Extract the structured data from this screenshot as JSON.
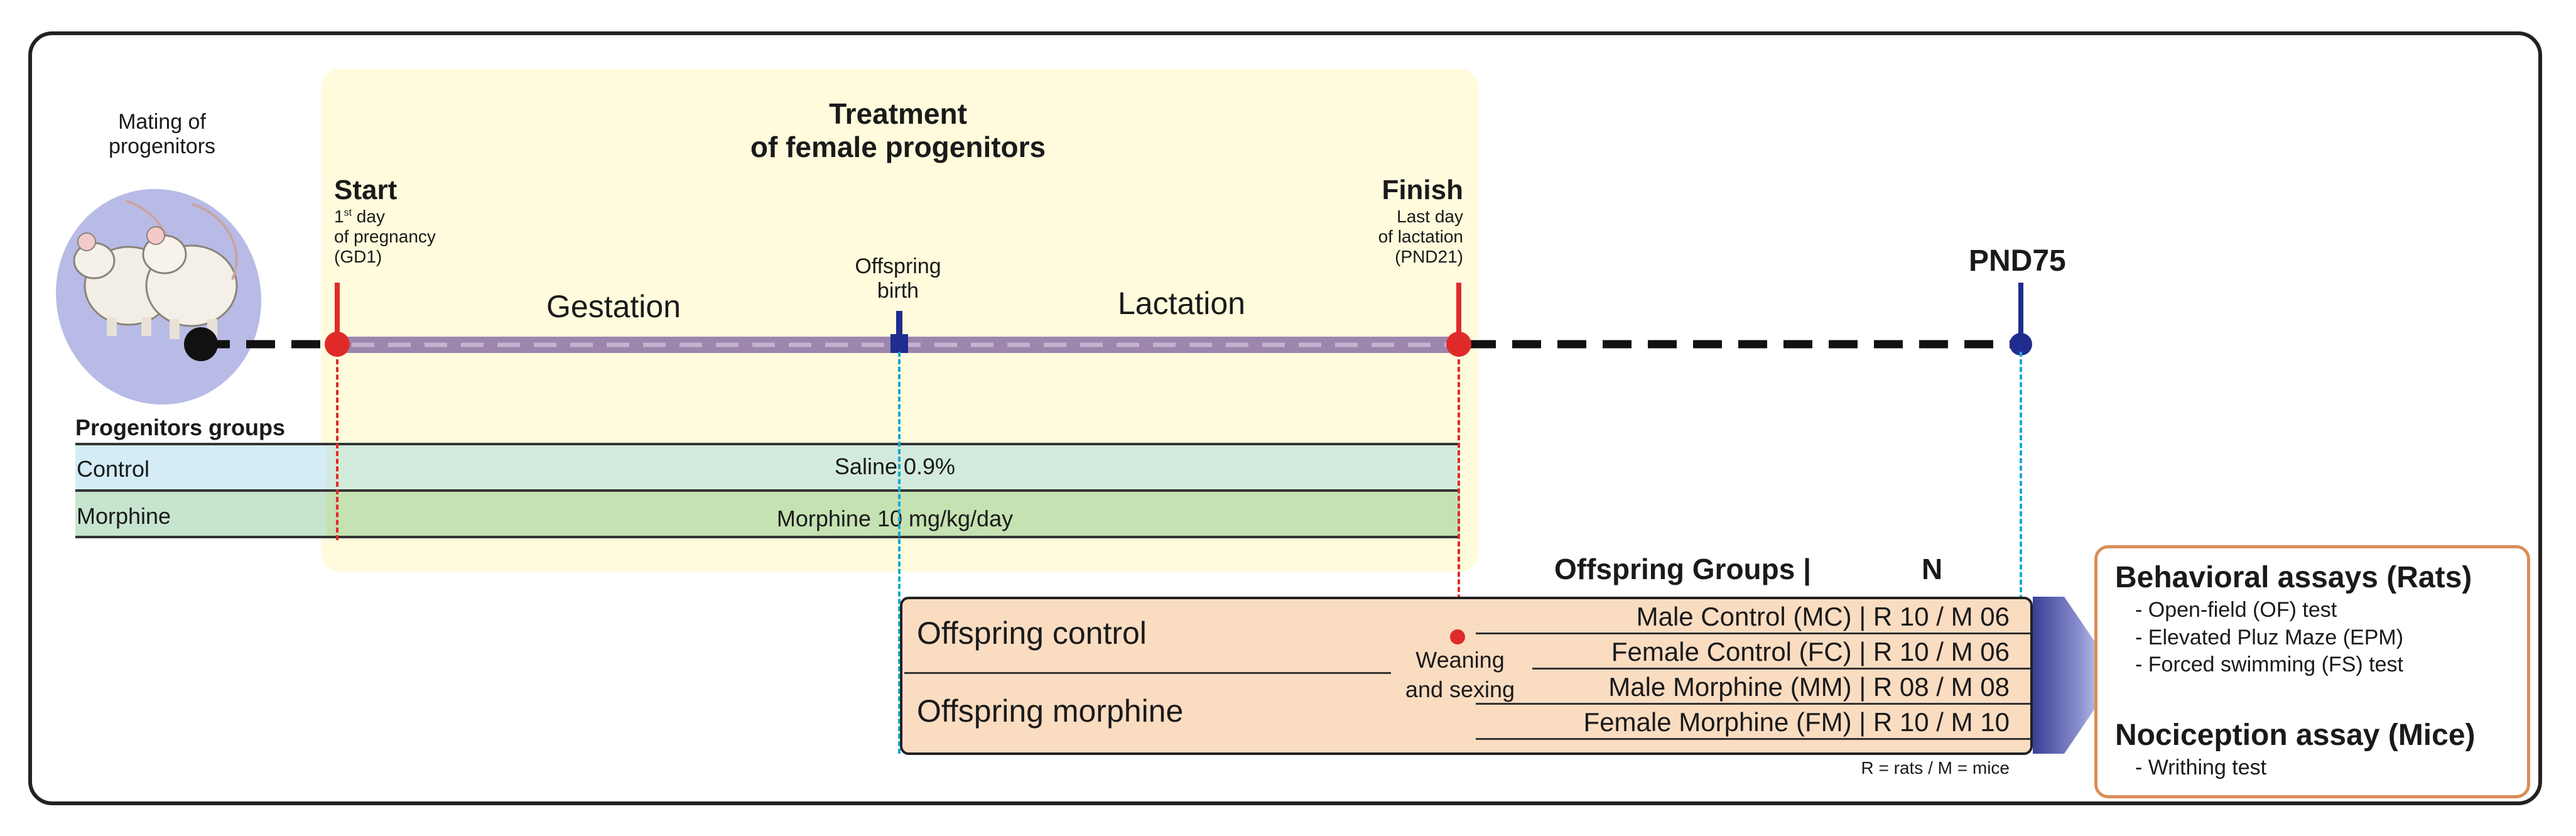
{
  "mating_label": [
    "Mating of",
    "progenitors"
  ],
  "treatment_title": [
    "Treatment",
    "of female progenitors"
  ],
  "start": {
    "title": "Start",
    "sub1": "1",
    "sup": "st",
    "sub1b": " day",
    "sub2": "of pregnancy",
    "sub3": "(GD1)"
  },
  "finish": {
    "title": "Finish",
    "sub1": "Last day",
    "sub2": "of lactation",
    "sub3": "(PND21)"
  },
  "offspring_birth": [
    "Offspring",
    "birth"
  ],
  "gestation": "Gestation",
  "lactation": "Lactation",
  "pnd75": "PND75",
  "progenitors_groups": {
    "title": "Progenitors groups",
    "rows": [
      {
        "group": "Control",
        "treatment": "Saline 0.9%"
      },
      {
        "group": "Morphine",
        "treatment": "Morphine 10 mg/kg/day"
      }
    ]
  },
  "offspring_header": {
    "groups": "Offspring Groups |",
    "n": "N"
  },
  "offspring_left": [
    "Offspring control",
    "Offspring morphine"
  ],
  "weaning": [
    "Weaning",
    "and sexing"
  ],
  "offspring_rows": [
    "Male Control (MC) | R 10 / M 06",
    "Female Control (FC) | R 10 / M 06",
    "Male Morphine (MM) | R 08 / M 08",
    "Female Morphine (FM) | R 10 / M 10"
  ],
  "legend_note": "R = rats / M = mice",
  "assays": {
    "behavioral_title": "Behavioral assays (Rats)",
    "behavioral_items": [
      "- Open-field (OF) test",
      "- Elevated Pluz Maze (EPM)",
      "- Forced swimming (FS) test"
    ],
    "nociception_title": "Nociception assay (Mice)",
    "nociception_items": [
      "- Writhing test"
    ]
  },
  "colors": {
    "red": "#e02a2a",
    "navy": "#1f2d8f",
    "purple_bar": "#9c86ad",
    "cyan": "#1aa6d8",
    "orange_box": "#fadcc1"
  }
}
